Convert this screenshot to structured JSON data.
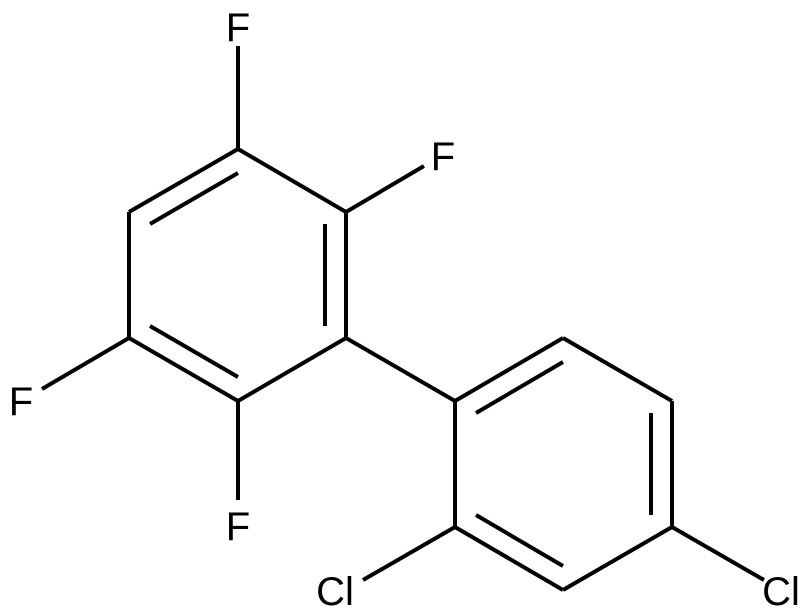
{
  "molecule": {
    "atoms": {
      "f_top": "F",
      "f_upper_right": "F",
      "f_left": "F",
      "f_bottom": "F",
      "cl_ortho": "Cl",
      "cl_para": "Cl"
    },
    "colors": {
      "bond": "#000000",
      "label": "#000000",
      "background": "#ffffff"
    }
  }
}
